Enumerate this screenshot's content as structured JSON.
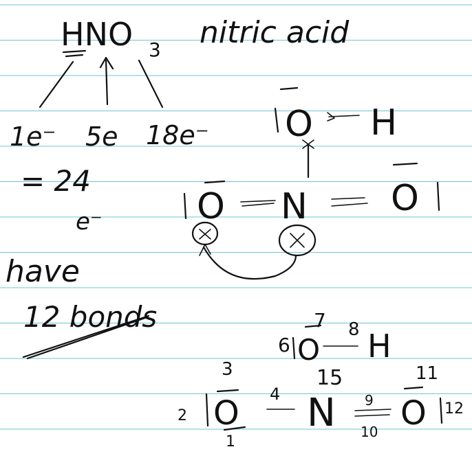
{
  "title": {
    "formula_main": "HNO",
    "formula_sub": "3",
    "name": "nitric acid"
  },
  "electron_counts": {
    "h": "1e⁻",
    "n": "5e",
    "o3": "18e⁻",
    "total": "= 24",
    "total_unit": "e⁻"
  },
  "note": {
    "line1": "have",
    "line2": "12 bonds"
  },
  "structure_top": {
    "o_top": "O",
    "h": "H",
    "n": "N",
    "o_left": "O",
    "o_right": "O"
  },
  "structure_numbered": {
    "o_top": "O",
    "h": "H",
    "n": "N",
    "o_left": "O",
    "o_right": "O",
    "numbers": [
      "1",
      "2",
      "3",
      "4",
      "5",
      "6",
      "7",
      "8",
      "9",
      "10",
      "11",
      "12"
    ]
  },
  "colors": {
    "paper": "#ffffff",
    "rule_line": "#6fc3d3",
    "ink": "#111111"
  }
}
